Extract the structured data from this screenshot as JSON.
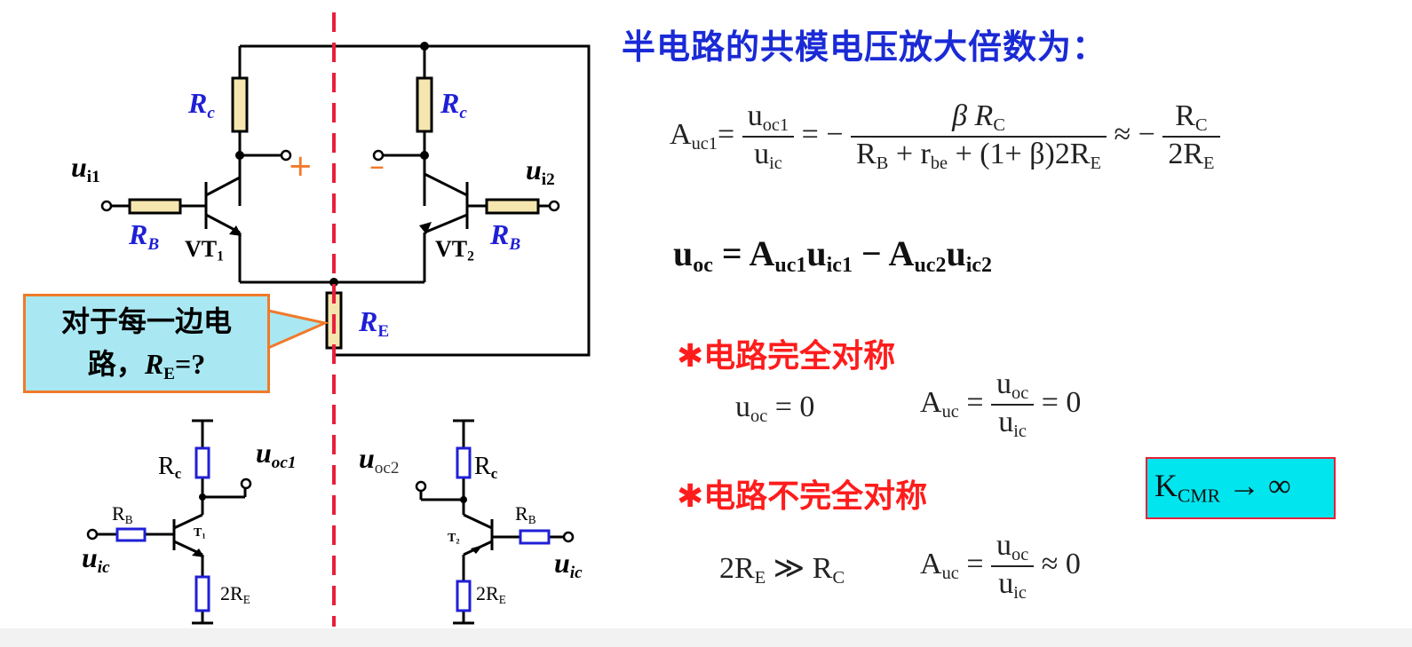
{
  "heading": "半电路的共模电压放大倍数为：",
  "labels": {
    "rc": "R",
    "rc_sub": "c",
    "rb": "R",
    "rb_sub": "B",
    "re": "R",
    "re_sub": "E",
    "ui1": "u",
    "ui1_sub": "i1",
    "ui2": "u",
    "ui2_sub": "i2",
    "vt1": "VT",
    "vt1_sub": "1",
    "vt2": "VT",
    "vt2_sub": "2",
    "plus": "+",
    "minus": "–"
  },
  "callout": {
    "line1": "对于每一边电",
    "line2_pre": "路，",
    "line2_r": "R",
    "line2_sub": "E",
    "line2_post": "=?"
  },
  "half_left": {
    "rc": "R",
    "rc_sub": "c",
    "rb": "R",
    "rb_sub": "B",
    "t": "T",
    "t_sub": "1",
    "re": "2R",
    "re_sub": "E",
    "uoc": "u",
    "uoc_sub": "oc1",
    "uic": "u",
    "uic_sub": "ic"
  },
  "half_right": {
    "rc": "R",
    "rc_sub": "c",
    "rb": "R",
    "rb_sub": "B",
    "t": "T",
    "t_sub": "2",
    "re": "2R",
    "re_sub": "E",
    "uoc": "u",
    "uoc_sub": "oc2",
    "uic": "u",
    "uic_sub": "ic"
  },
  "formulas": {
    "auc1_A": "A",
    "auc1_sub": "uc1",
    "eq": "=",
    "frac1_num": "u",
    "frac1_num_sub": "oc1",
    "frac1_den": "u",
    "frac1_den_sub": "ic",
    "minus_sign": "= −",
    "frac2_num": "β R",
    "frac2_num_sub": "C",
    "frac2_den_a": "R",
    "frac2_den_a_sub": "B",
    "frac2_den_b": " + r",
    "frac2_den_b_sub": "be",
    "frac2_den_c": " + (1+ β)2R",
    "frac2_den_c_sub": "E",
    "approx": "≈ −",
    "frac3_num": "R",
    "frac3_num_sub": "C",
    "frac3_den": "2R",
    "frac3_den_sub": "E",
    "uoc_line_u": "u",
    "uoc_line_sub": "oc",
    "uoc_line_eq": " = A",
    "uoc_line_a1_sub": "uc1",
    "uoc_line_u1": "u",
    "uoc_line_u1_sub": "ic1",
    "uoc_line_minus": " − A",
    "uoc_line_a2_sub": "uc2",
    "uoc_line_u2": "u",
    "uoc_line_u2_sub": "ic2"
  },
  "symmetric": {
    "title": "✱电路完全对称",
    "uoc": "u",
    "uoc_sub": "oc",
    "uoc_val": " = 0",
    "a": "A",
    "a_sub": "uc",
    "eq": " = ",
    "num": "u",
    "num_sub": "oc",
    "den": "u",
    "den_sub": "ic",
    "val": " = 0"
  },
  "asymmetric": {
    "title": "✱电路不完全对称",
    "cond_a": "2R",
    "cond_a_sub": "E",
    "cond_rel": " ≫ R",
    "cond_b_sub": "C",
    "a": "A",
    "a_sub": "uc",
    "eq": " = ",
    "num": "u",
    "num_sub": "oc",
    "den": "u",
    "den_sub": "ic",
    "val": " ≈ 0"
  },
  "kcmr": {
    "k": "K",
    "sub": "CMR",
    "arrow": " → ∞"
  },
  "colors": {
    "heading": "#1a2ad6",
    "red": "#ff1c1c",
    "resistor": "#f5e6b0",
    "callout_bg": "#a9e8f2",
    "callout_border": "#f07a2a",
    "kbox_bg": "#00e5ee",
    "dashed_line": "#e8203a"
  }
}
